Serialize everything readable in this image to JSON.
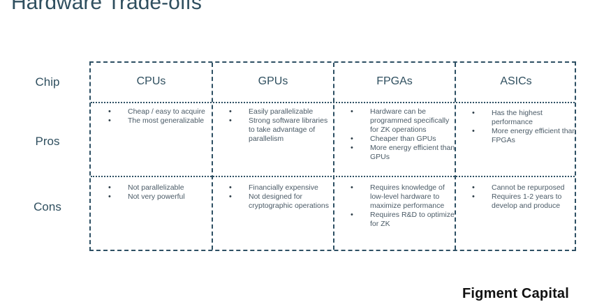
{
  "title": "Hardware Trade-offs",
  "row_labels": {
    "chip": "Chip",
    "pros": "Pros",
    "cons": "Cons"
  },
  "columns": [
    {
      "name": "CPUs",
      "pros": [
        "Cheap / easy to acquire",
        "The most generalizable"
      ],
      "cons": [
        "Not parallelizable",
        "Not very powerful"
      ]
    },
    {
      "name": "GPUs",
      "pros": [
        "Easily parallelizable",
        "Strong software libraries to take advantage of parallelism"
      ],
      "cons": [
        "Financially expensive",
        "Not designed for cryptographic operations"
      ]
    },
    {
      "name": "FPGAs",
      "pros": [
        "Hardware can be programmed specifically for ZK operations",
        "Cheaper than GPUs",
        "More energy efficient than GPUs"
      ],
      "cons": [
        "Requires knowledge of low-level hardware to maximize performance",
        "Requires R&D to optimize for ZK"
      ]
    },
    {
      "name": "ASICs",
      "pros": [
        "Has the highest performance",
        "More energy efficient than FPGAs"
      ],
      "cons": [
        "Cannot be repurposed",
        "Requires 1-2 years to develop and produce"
      ]
    }
  ],
  "brand": "Figment Capital",
  "colors": {
    "text": "#2f4f5f",
    "border": "#2d4f63"
  }
}
